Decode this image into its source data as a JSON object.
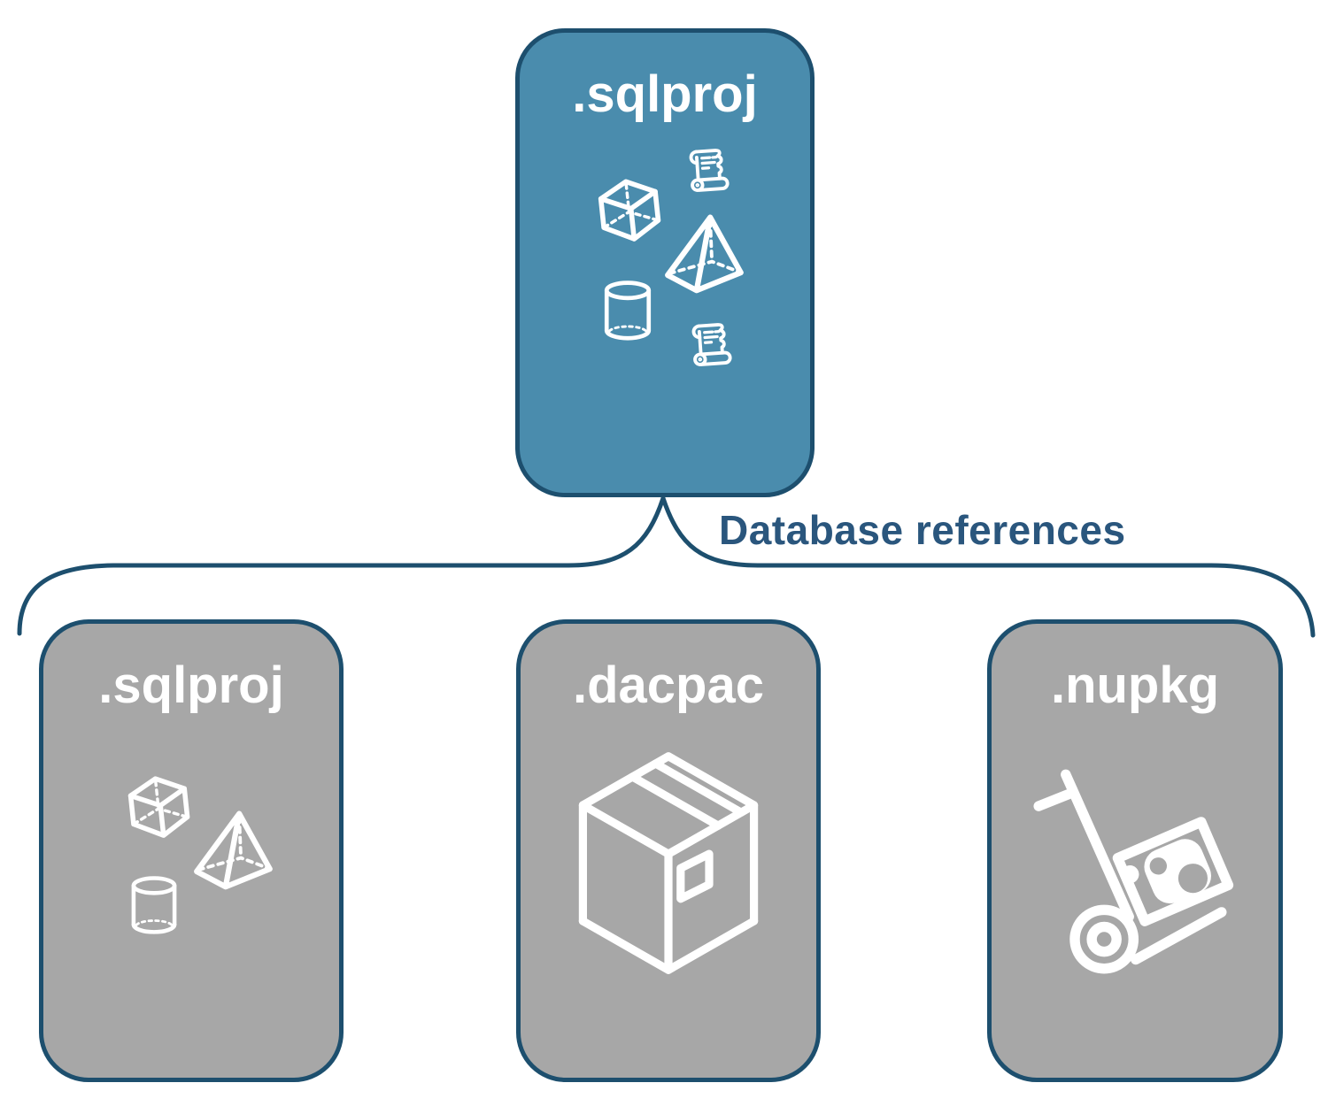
{
  "colors": {
    "accent_blue": "#4A8CAD",
    "card_gray": "#A7A7A7",
    "border_navy": "#1D4F6E",
    "label_navy": "#2A567D",
    "icon_white": "#FFFFFF",
    "background": "#FFFFFF"
  },
  "top_card": {
    "label": ".sqlproj",
    "icons": [
      "scroll-icon",
      "cube-icon",
      "pyramid-icon",
      "cylinder-icon",
      "scroll-icon"
    ]
  },
  "brace": {
    "label": "Database references"
  },
  "child_cards": [
    {
      "label": ".sqlproj",
      "icons": [
        "cube-icon",
        "pyramid-icon",
        "cylinder-icon"
      ]
    },
    {
      "label": ".dacpac",
      "icons": [
        "package-box-icon"
      ]
    },
    {
      "label": ".nupkg",
      "icons": [
        "hand-truck-icon"
      ]
    }
  ]
}
